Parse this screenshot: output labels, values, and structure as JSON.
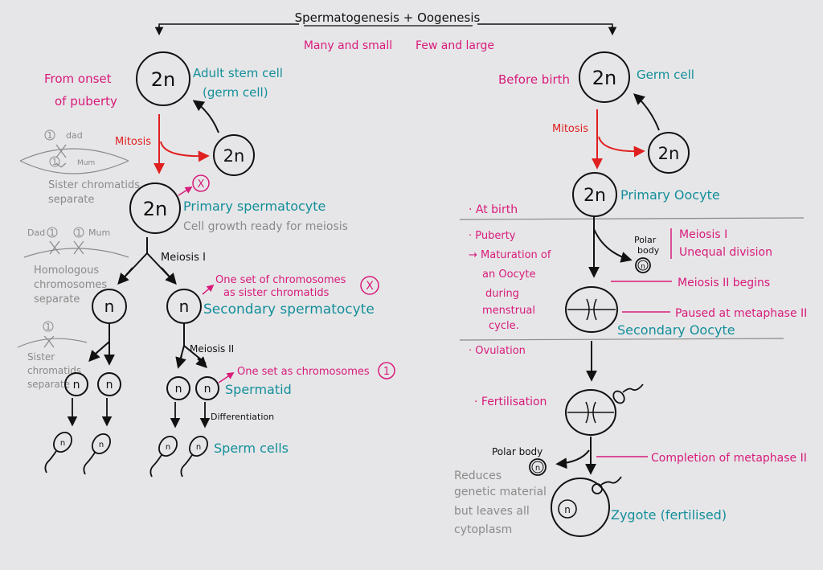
{
  "title": "Spermatogenesis + Oogenesis",
  "sperm_note": "Many and small",
  "egg_note": "Few and large",
  "sperm": {
    "onset": [
      "From onset",
      "of puberty"
    ],
    "stem_cell_label": [
      "Adult stem cell",
      "(germ cell)"
    ],
    "diploid": "2n",
    "haploid": "n",
    "mitosis": "Mitosis",
    "mitosis_note": {
      "dad": "dad",
      "mum": "Mum",
      "one": "1",
      "caption": [
        "Sister chromatids",
        "separate"
      ]
    },
    "primary_label": "Primary spermatocyte",
    "primary_note": "Cell growth ready for meiosis",
    "primary_mark": "X",
    "meiosis1": "Meiosis I",
    "meiosis1_note": {
      "dad": "Dad",
      "mum": "Mum",
      "one": "1",
      "caption": [
        "Homologous",
        "chromosomes",
        "separate"
      ]
    },
    "secondary_note": [
      "One set of chromosomes",
      "as sister chromatids"
    ],
    "secondary_mark": "X",
    "secondary_label": "Secondary spermatocyte",
    "meiosis2": "Meiosis II",
    "meiosis2_note": {
      "one": "1",
      "caption": [
        "Sister",
        "chromatids",
        "separate"
      ]
    },
    "spermatid_note": "One set as chromosomes",
    "spermatid_mark": "1",
    "spermatid_label": "Spermatid",
    "differentiation": "Differentiation",
    "sperm_label": "Sperm cells"
  },
  "egg": {
    "before_birth": "Before birth",
    "germ_label": "Germ cell",
    "diploid": "2n",
    "haploid": "n",
    "mitosis": "Mitosis",
    "primary_label": "Primary Oocyte",
    "at_birth": "· At birth",
    "puberty": [
      "· Puberty",
      "→ Maturation of",
      "an Oocyte",
      "during",
      "menstrual",
      "cycle."
    ],
    "polar_body_top": [
      "Polar",
      "body"
    ],
    "meiosis1_note": [
      "Meiosis I",
      "Unequal division"
    ],
    "meiosis2_begins": "Meiosis II begins",
    "paused": "Paused at metaphase II",
    "secondary_label": "Secondary Oocyte",
    "ovulation": "· Ovulation",
    "fertilisation": "· Fertilisation",
    "completion": "Completion of metaphase II",
    "polar_body_bottom": "Polar body",
    "reduces": [
      "Reduces",
      "genetic material",
      "but leaves all",
      "cytoplasm"
    ],
    "zygote": "Zygote (fertilised)"
  }
}
